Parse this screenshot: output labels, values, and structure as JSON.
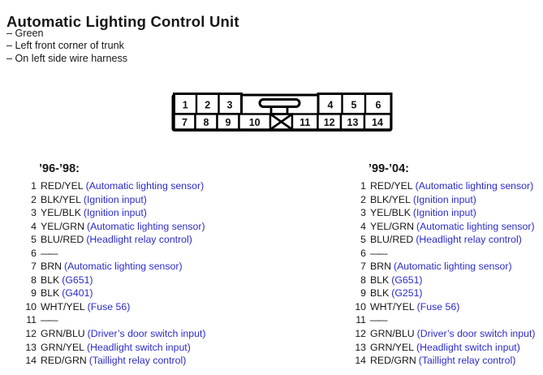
{
  "title": "Automatic Lighting Control Unit",
  "notes": [
    "– Green",
    "– Left front corner of trunk",
    "– On left side wire harness"
  ],
  "connector": {
    "top_cells": [
      "1",
      "2",
      "3",
      "4",
      "5",
      "6"
    ],
    "bottom_cells": [
      "7",
      "8",
      "9",
      "10",
      "X",
      "11",
      "12",
      "13",
      "14"
    ]
  },
  "columns": [
    {
      "header": "’96-’98:",
      "pins": [
        {
          "num": "1",
          "wire": "RED/YEL",
          "function": "(Automatic lighting sensor)"
        },
        {
          "num": "2",
          "wire": "BLK/YEL",
          "function": "(Ignition input)"
        },
        {
          "num": "3",
          "wire": "YEL/BLK",
          "function": "(Ignition input)"
        },
        {
          "num": "4",
          "wire": "YEL/GRN",
          "function": "(Automatic lighting sensor)"
        },
        {
          "num": "5",
          "wire": "BLU/RED",
          "function": "(Headlight relay control)"
        },
        {
          "num": "6",
          "wire": "——",
          "function": ""
        },
        {
          "num": "7",
          "wire": "BRN",
          "function": "(Automatic lighting sensor)"
        },
        {
          "num": "8",
          "wire": "BLK",
          "function": "(G651)"
        },
        {
          "num": "9",
          "wire": "BLK",
          "function": "(G401)"
        },
        {
          "num": "10",
          "wire": "WHT/YEL",
          "function": "(Fuse 56)"
        },
        {
          "num": "11",
          "wire": "——",
          "function": ""
        },
        {
          "num": "12",
          "wire": "GRN/BLU",
          "function": "(Driver’s door switch input)"
        },
        {
          "num": "13",
          "wire": "GRN/YEL",
          "function": "(Headlight switch input)"
        },
        {
          "num": "14",
          "wire": "RED/GRN",
          "function": "(Taillight relay control)"
        }
      ]
    },
    {
      "header": "’99-’04:",
      "pins": [
        {
          "num": "1",
          "wire": "RED/YEL",
          "function": "(Automatic lighting sensor)"
        },
        {
          "num": "2",
          "wire": "BLK/YEL",
          "function": "(Ignition input)"
        },
        {
          "num": "3",
          "wire": "YEL/BLK",
          "function": "(Ignition input)"
        },
        {
          "num": "4",
          "wire": "YEL/GRN",
          "function": "(Automatic lighting sensor)"
        },
        {
          "num": "5",
          "wire": "BLU/RED",
          "function": "(Headlight relay control)"
        },
        {
          "num": "6",
          "wire": "——",
          "function": ""
        },
        {
          "num": "7",
          "wire": "BRN",
          "function": "(Automatic lighting sensor)"
        },
        {
          "num": "8",
          "wire": "BLK",
          "function": "(G651)"
        },
        {
          "num": "9",
          "wire": "BLK",
          "function": "(G251)"
        },
        {
          "num": "10",
          "wire": "WHT/YEL",
          "function": "(Fuse 56)"
        },
        {
          "num": "11",
          "wire": "——",
          "function": ""
        },
        {
          "num": "12",
          "wire": "GRN/BLU",
          "function": "(Driver’s door switch input)"
        },
        {
          "num": "13",
          "wire": "GRN/YEL",
          "function": "(Headlight switch input)"
        },
        {
          "num": "14",
          "wire": "RED/GRN",
          "function": "(Taillight relay control)"
        }
      ]
    }
  ],
  "colors": {
    "function_text_blue": "#2b2bcc",
    "body_text": "#161616",
    "connector_line": "#000000"
  }
}
